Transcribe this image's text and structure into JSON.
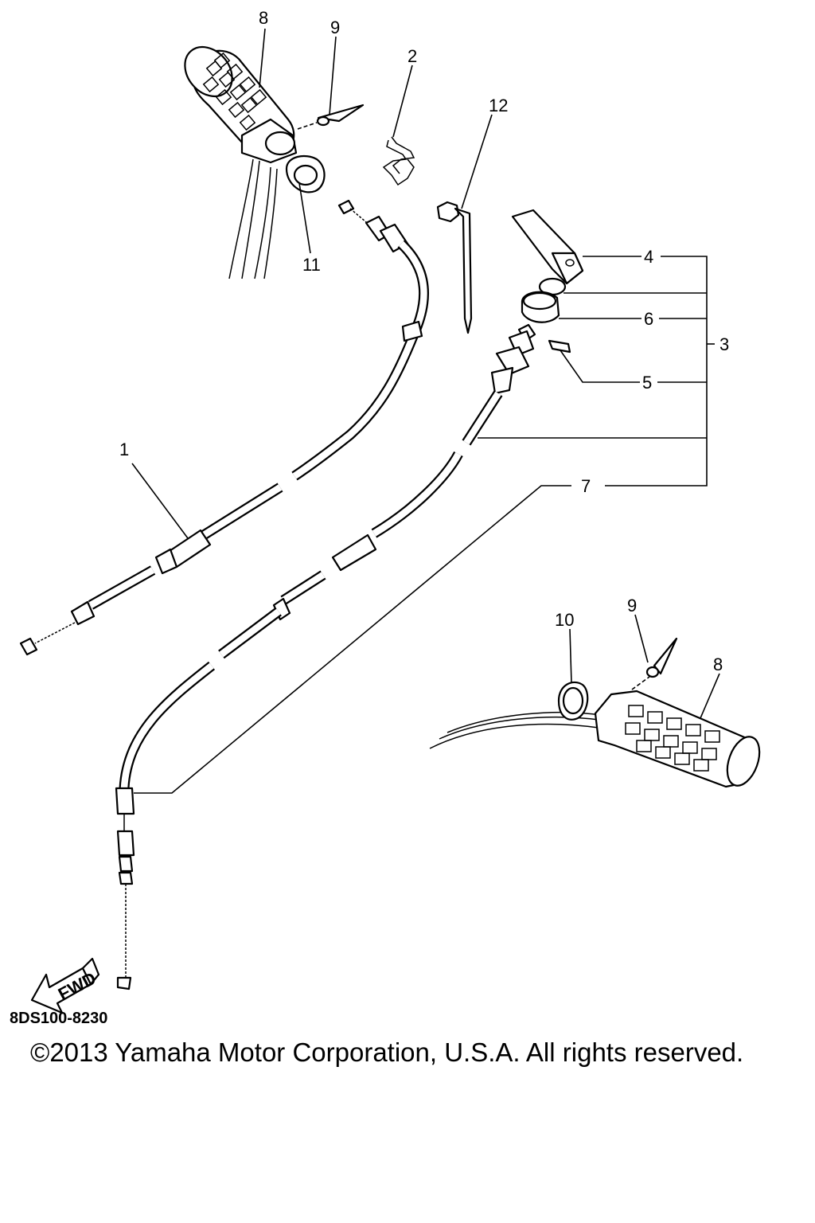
{
  "labels": {
    "p1": "1",
    "p2": "2",
    "p3": "3",
    "p4": "4",
    "p5": "5",
    "p6": "6",
    "p7": "7",
    "p8a": "8",
    "p8b": "8",
    "p9a": "9",
    "p9b": "9",
    "p10": "10",
    "p11": "11",
    "p12": "12"
  },
  "fwd_arrow_text": "FWD",
  "drawing_code": "8DS100-8230",
  "copyright": "©2013 Yamaha Motor Corporation, U.S.A. All rights reserved."
}
